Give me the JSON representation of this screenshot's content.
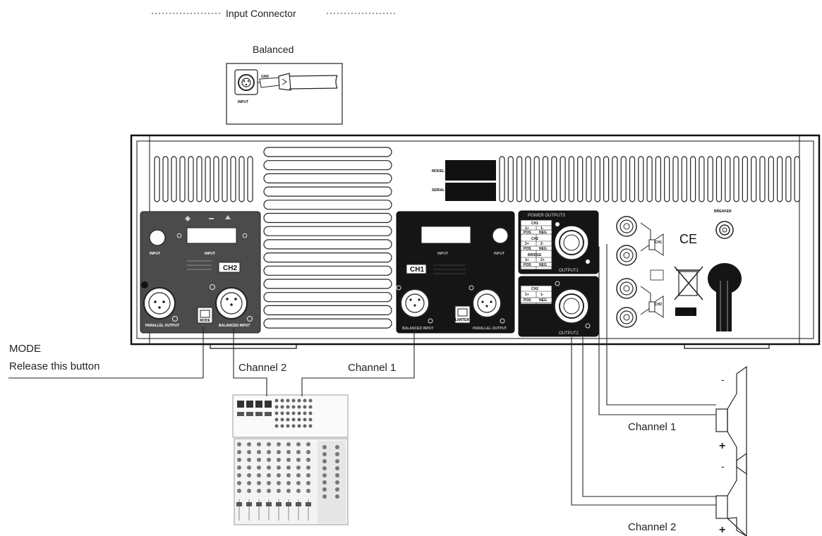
{
  "header": {
    "title": "Input Connector"
  },
  "balanced": {
    "label": "Balanced",
    "panel_label": "INPUT",
    "gnd_label": "GND"
  },
  "rear": {
    "model_label": "MODEL",
    "serial_label": "SERIAL",
    "breaker_label": "BREAKER",
    "ch2_badge": "CH2",
    "ch1_badge": "CH1",
    "input_label": "INPUT",
    "parallel_output_label": "PARALLEL OUTPUT",
    "balanced_input_label": "BALANCED INPUT",
    "mode_switch_label": "MODE",
    "limiter_label": "LIMITER",
    "power_outputs_label": "POWER OUTPUTS",
    "output1_label": "OUTPUT1",
    "output2_label": "OUTPUT2",
    "ch1_short": "CH1",
    "ch2_short": "CH2",
    "bridge_short": "BRIDGE",
    "ce_mark": "CE",
    "pos_label": "POS",
    "neg_label": "NEG",
    "pin_1p": "1+",
    "pin_1n": "1-",
    "pin_2p": "2+",
    "pin_2n": "2-"
  },
  "callouts": {
    "mode_title": "MODE",
    "mode_desc": "Release this button",
    "mixer_channel_2": "Channel 2",
    "mixer_channel_1": "Channel 1",
    "speaker_channel_1": "Channel 1",
    "speaker_channel_2": "Channel 2",
    "speaker_minus": "-",
    "speaker_plus": "+"
  }
}
